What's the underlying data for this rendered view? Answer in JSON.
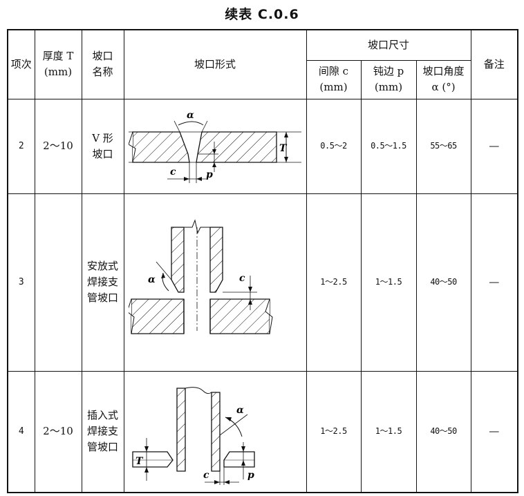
{
  "title": "续表 C.0.6",
  "headers": {
    "item_no": "项次",
    "thickness": "厚度 T\n(mm)",
    "groove_name": "坡口\n名称",
    "groove_form": "坡口形式",
    "groove_size": "坡口尺寸",
    "gap": "间隙 c\n(mm)",
    "root_face": "钝边 p\n(mm)",
    "groove_angle": "坡口角度\nα (°)",
    "remarks": "备注"
  },
  "rows": [
    {
      "item_no": "2",
      "thickness": "2～10",
      "groove_name": "V 形\n坡口",
      "gap": "0.5～2",
      "root_face": "0.5～1.5",
      "groove_angle": "55～65",
      "remarks": "—",
      "labels": {
        "alpha": "α",
        "c": "c",
        "p": "p",
        "T": "T"
      }
    },
    {
      "item_no": "3",
      "thickness": "",
      "groove_name": "安放式\n焊接支\n管坡口",
      "gap": "1～2.5",
      "root_face": "1～1.5",
      "groove_angle": "40～50",
      "remarks": "—",
      "labels": {
        "alpha": "α",
        "c": "c"
      }
    },
    {
      "item_no": "4",
      "thickness": "2～10",
      "groove_name": "插入式\n焊接支\n管坡口",
      "gap": "1～2.5",
      "root_face": "1～1.5",
      "groove_angle": "40～50",
      "remarks": "—",
      "labels": {
        "alpha": "α",
        "c": "c",
        "p": "p",
        "T": "T"
      }
    }
  ]
}
